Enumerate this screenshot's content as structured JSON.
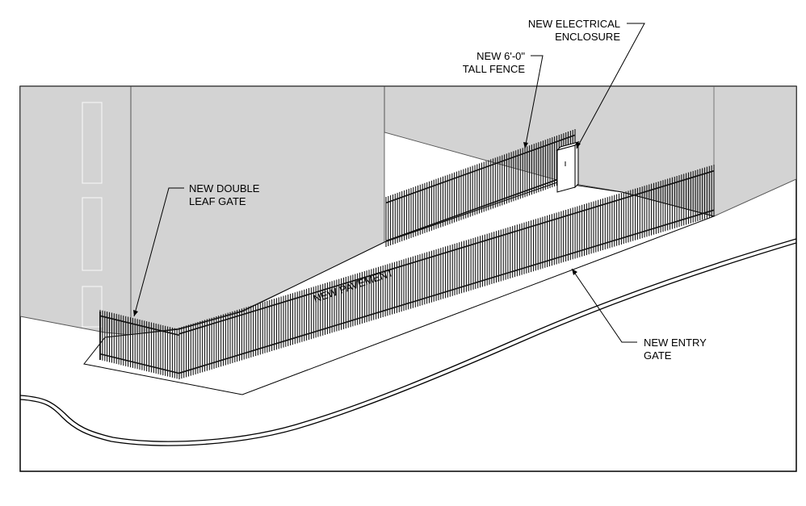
{
  "labels": {
    "electrical_line1": "NEW ELECTRICAL",
    "electrical_line2": "ENCLOSURE",
    "fence_line1": "NEW 6'-0\"",
    "fence_line2": "TALL FENCE",
    "double_gate_line1": "NEW DOUBLE",
    "double_gate_line2": "LEAF GATE",
    "pavement": "NEW PAVEMENT",
    "entry_gate_line1": "NEW ENTRY",
    "entry_gate_line2": "GATE"
  },
  "colors": {
    "building": "#d3d3d3",
    "building_edge": "#555555",
    "pavement": "#ffffff",
    "fence": "#111111",
    "ground": "#ffffff",
    "frame": "#000000"
  }
}
